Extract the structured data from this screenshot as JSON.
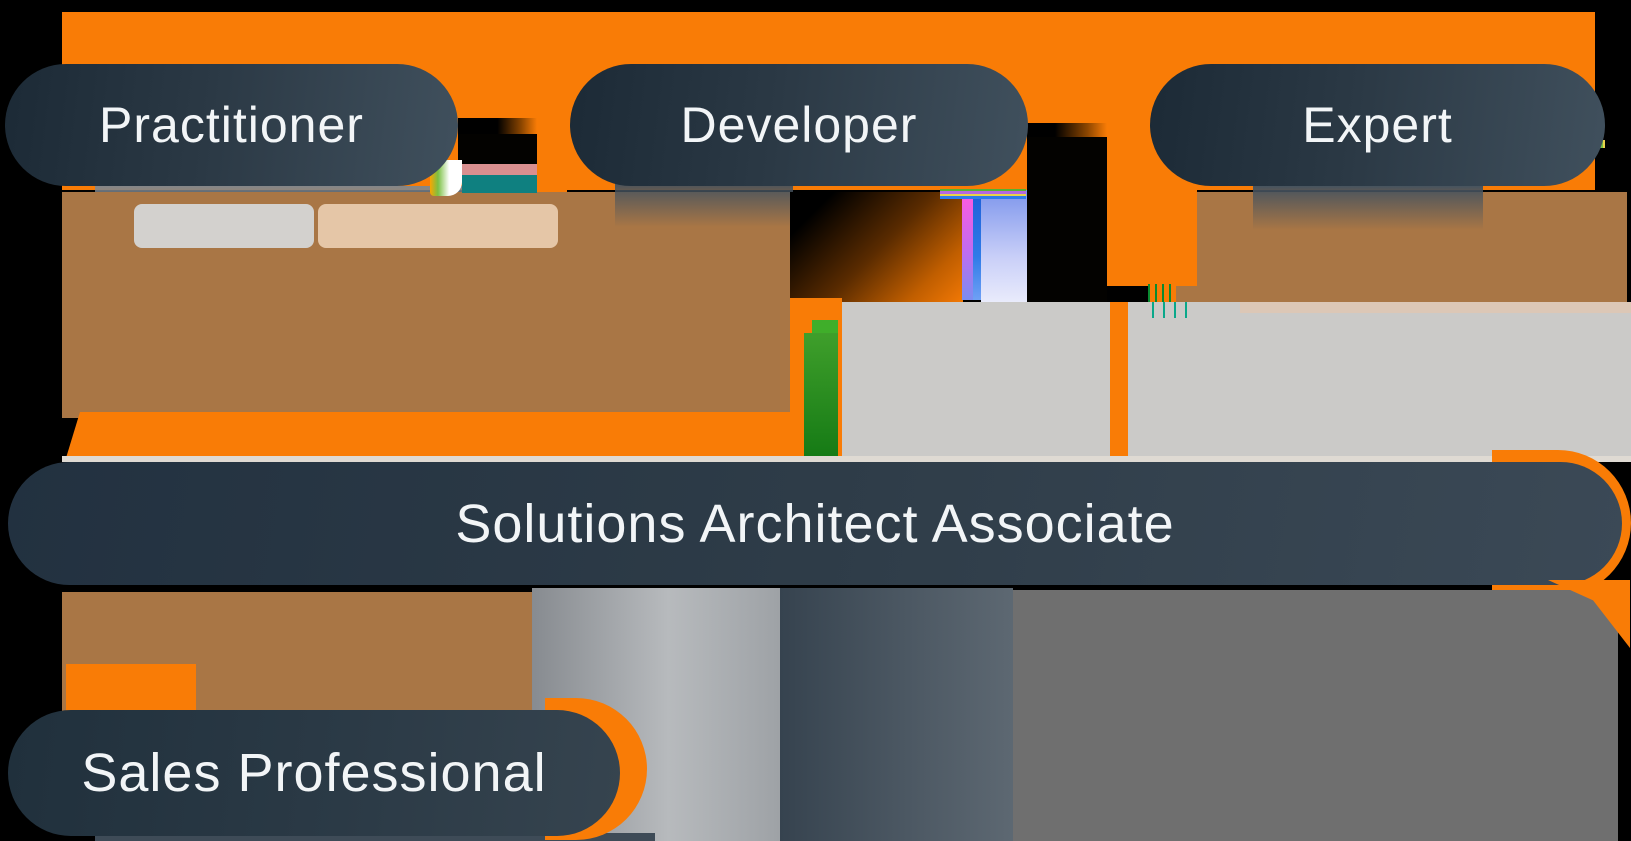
{
  "diagram": {
    "description": "Certification path diagram with glitch artifacts",
    "pills": {
      "practitioner": {
        "label": "Practitioner"
      },
      "developer": {
        "label": "Developer"
      },
      "expert": {
        "label": "Expert"
      },
      "solutions_architect_associate": {
        "label": "Solutions Architect Associate"
      },
      "sales_professional": {
        "label": "Sales Professional"
      }
    },
    "colors": {
      "background": "#000000",
      "orange": "#F97C06",
      "pill_dark": "#1C2A36",
      "pill_light": "#40505D",
      "pill_text": "#F2F5F7",
      "brown": "#A97645",
      "light_gray": "#CBCAC8",
      "medium_gray": "#6F6F6F",
      "green_stripe": "#1E7D1E",
      "teal_block": "#0F8080",
      "lavender": "#AEB9F2",
      "magenta_stripe": "#E85BD8",
      "blue_stripe": "#2F7BE8",
      "pink_strip": "#D98F8F",
      "ghost_gray": "#D4D4D4"
    }
  }
}
